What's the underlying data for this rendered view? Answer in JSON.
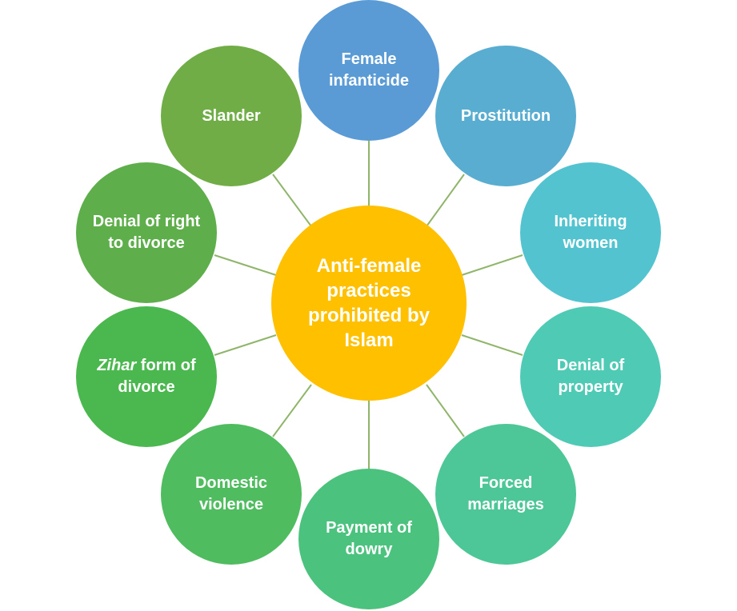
{
  "center": {
    "label": "Anti-female practices prohibited by Islam",
    "color": "#ffc000"
  },
  "nodes": [
    {
      "label": "Female infanticide",
      "color": "#5b9bd5"
    },
    {
      "label": "Prostitution",
      "color": "#59add1"
    },
    {
      "label": "Inheriting women",
      "color": "#53c4cf"
    },
    {
      "label": "Denial of property",
      "color": "#4fcbb5"
    },
    {
      "label": "Forced marriages",
      "color": "#4dc797"
    },
    {
      "label": "Payment of dowry",
      "color": "#4bc27d"
    },
    {
      "label": "Domestic violence",
      "color": "#4ebc5f"
    },
    {
      "label_italic": "Zihar",
      "label_rest": " form of divorce",
      "color": "#4ab84e"
    },
    {
      "label": "Denial of right to divorce",
      "color": "#5fae4c"
    },
    {
      "label": "Slander",
      "color": "#70ad47"
    }
  ],
  "connector_color": "#8fb56a"
}
